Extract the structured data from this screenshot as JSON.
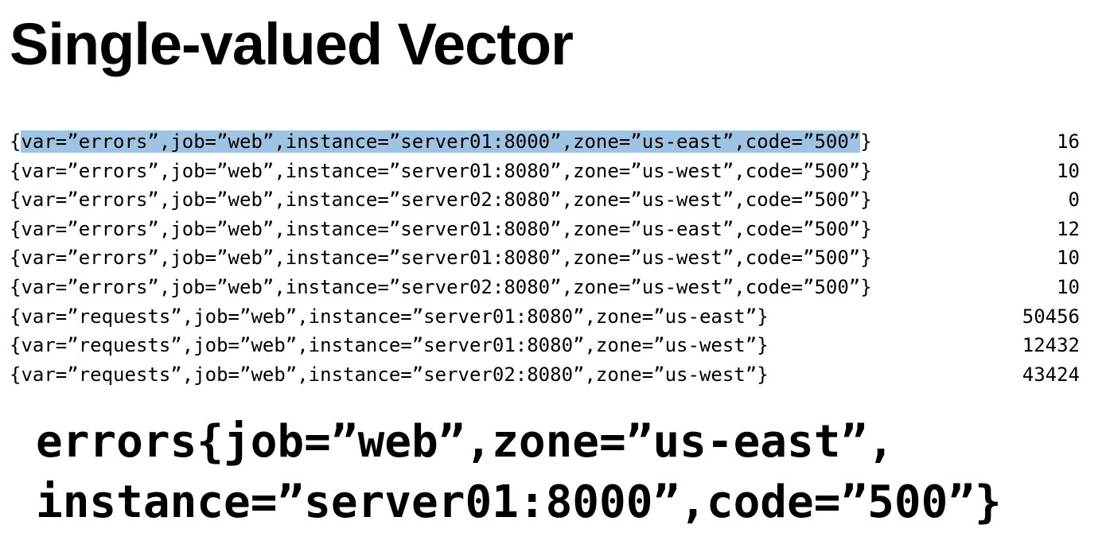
{
  "title": "Single-valued Vector",
  "selection_color": "#9fc3e3",
  "series": [
    {
      "open": "{",
      "labels": "var=”errors”,job=”web”,instance=”server01:8000”,zone=”us-east”,code=”500”",
      "close": "}",
      "value": "16"
    },
    {
      "open": "{",
      "labels": "var=”errors”,job=”web”,instance=”server01:8080”,zone=”us-west”,code=”500”",
      "close": "}",
      "value": "10"
    },
    {
      "open": "{",
      "labels": "var=”errors”,job=”web”,instance=”server02:8080”,zone=”us-west”,code=”500”",
      "close": "}",
      "value": "0"
    },
    {
      "open": "{",
      "labels": "var=”errors”,job=”web”,instance=”server01:8080”,zone=”us-east”,code=”500”",
      "close": "}",
      "value": "12"
    },
    {
      "open": "{",
      "labels": "var=”errors”,job=”web”,instance=”server01:8080”,zone=”us-west”,code=”500”",
      "close": "}",
      "value": "10"
    },
    {
      "open": "{",
      "labels": "var=”errors”,job=”web”,instance=”server02:8080”,zone=”us-west”,code=”500”",
      "close": "}",
      "value": "10"
    },
    {
      "open": "{",
      "labels": "var=”requests”,job=”web”,instance=”server01:8080”,zone=”us-east”",
      "close": "}",
      "value": "50456"
    },
    {
      "open": "{",
      "labels": "var=”requests”,job=”web”,instance=”server01:8080”,zone=”us-west”",
      "close": "}",
      "value": "12432"
    },
    {
      "open": "{",
      "labels": "var=”requests”,job=”web”,instance=”server02:8080”,zone=”us-west”",
      "close": "}",
      "value": "43424"
    }
  ],
  "query": {
    "line1": "errors{job=”web”,zone=”us-east”,",
    "line2": "instance=”server01:8000”,code=”500”}"
  }
}
